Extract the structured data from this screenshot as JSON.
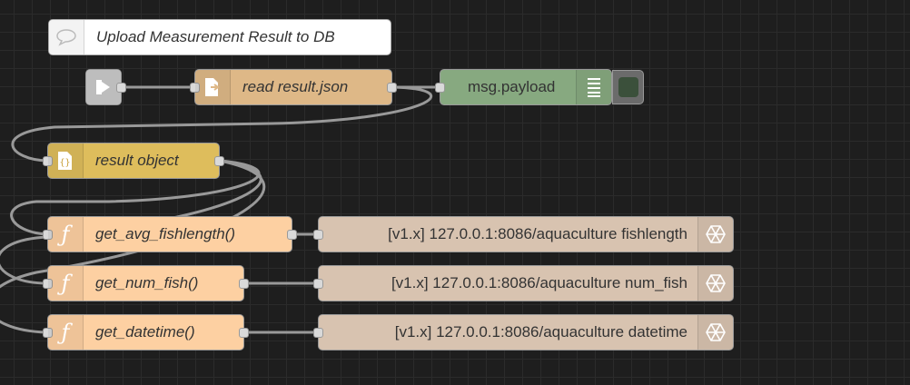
{
  "flow": {
    "comment": {
      "label": "Upload Measurement Result to DB",
      "icon": "comment-icon"
    },
    "inject": {
      "icon": "inject-arrow-icon"
    },
    "read_file": {
      "label": "read result.json",
      "icon": "file-in-icon"
    },
    "debug": {
      "label": "msg.payload",
      "icon": "debug-list-icon"
    },
    "json": {
      "label": "result object",
      "icon": "json-braces-icon"
    },
    "functions": [
      {
        "label": "get_avg_fishlength()",
        "icon": "function-icon"
      },
      {
        "label": "get_num_fish()",
        "icon": "function-icon"
      },
      {
        "label": "get_datetime()",
        "icon": "function-icon"
      }
    ],
    "influx_outputs": [
      {
        "label": "[v1.x] 127.0.0.1:8086/aquaculture fishlength",
        "icon": "influxdb-icon"
      },
      {
        "label": "[v1.x] 127.0.0.1:8086/aquaculture num_fish",
        "icon": "influxdb-icon"
      },
      {
        "label": "[v1.x] 127.0.0.1:8086/aquaculture datetime",
        "icon": "influxdb-icon"
      }
    ]
  },
  "colors": {
    "canvas": "#1e1e1e",
    "wire": "#999999",
    "function_node": "#fdd0a2",
    "file_node": "#deb887",
    "json_node": "#debd5c",
    "debug_node": "#87a980",
    "influx_node": "#d8c3b0"
  }
}
